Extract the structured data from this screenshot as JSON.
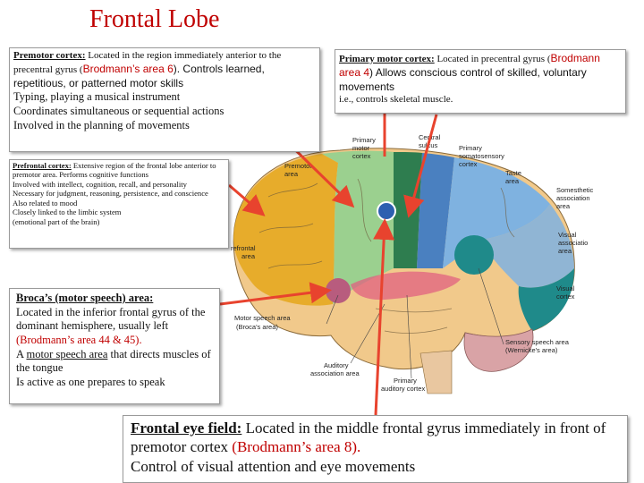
{
  "title": "Frontal Lobe",
  "premotor": {
    "heading": "Premotor cortex:",
    "text1": " Located in the region immediately anterior to the precentral gyrus (",
    "area": "Brodmann’s area 6",
    "text2": "). Controls learned, repetitious, or patterned motor skills",
    "b1": " Typing, playing a musical instrument",
    "b2": " Coordinates simultaneous or sequential actions",
    "b3": " Involved in the planning of movements"
  },
  "primary": {
    "heading": "Primary motor cortex:",
    "text1": " Located in precentral gyrus (",
    "area": "Brodmann area 4",
    "text2": ") Allows conscious control of skilled, voluntary movements",
    "b1": " i.e., controls skeletal muscle."
  },
  "prefrontal": {
    "heading": "Prefrontal cortex:",
    "text1": " Extensive region of the frontal lobe anterior to premotor area. Performs cognitive functions",
    "l2": "Involved with intellect, cognition, recall, and personality",
    "l3": " Necessary for judgment, reasoning, persistence, and conscience",
    "l4": " Also related to mood",
    "l5": " Closely linked to the limbic system",
    "l6": "(emotional part of the brain)"
  },
  "broca": {
    "heading": "Broca’s (motor speech) area:",
    "text1": "Located in the inferior frontal gyrus of the dominant hemisphere, usually left",
    "area": "(Brodmann’s area 44 & 45).",
    "l3a": "A ",
    "l3u": "motor speech area",
    "l3b": " that directs muscles of the tongue",
    "l4": "Is active as one prepares to speak"
  },
  "frontaleye": {
    "heading": "Frontal eye field:",
    "text1": " Located in the middle frontal gyrus immediately in front of premotor cortex ",
    "area": "(Brodmann’s area 8).",
    "l2": "Control of visual attention and eye movements"
  },
  "brain_labels": {
    "primary_motor_1": "Primary",
    "primary_motor_2": "motor",
    "primary_motor_3": "cortex",
    "central_1": "Central",
    "central_2": "sulcus",
    "primary_so_1": "Primary",
    "primary_so_2": "somatosensory",
    "primary_so_3": "cortex",
    "premotor_1": "Premotor",
    "premotor_2": "area",
    "taste_1": "Taste",
    "taste_2": "area",
    "somesthetic_1": "Somesthetic",
    "somesthetic_2": "association",
    "somesthetic_3": "area",
    "visual_assoc_1": "Visual",
    "visual_assoc_2": "associatio",
    "visual_assoc_3": "area",
    "prefrontal_1": "refrontal",
    "prefrontal_2": "area",
    "visual_cortex_1": "Visual",
    "visual_cortex_2": "cortex",
    "motor_speech_1": "Motor speech area",
    "motor_speech_2": "(Broca's area)",
    "sensory_speech_1": "Sensory speech area",
    "sensory_speech_2": "(Wernicke's area)",
    "auditory_assoc_1": "Auditory",
    "auditory_assoc_2": "association area",
    "primary_aud_1": "Primary",
    "primary_aud_2": "auditory cortex"
  },
  "colors": {
    "title": "#c00000",
    "arrow": "#e8432e",
    "primary_motor": "#2e7d4f",
    "premotor": "#9bd08f",
    "prefrontal": "#e6a820",
    "somatosensory": "#4a80c0",
    "somesthetic": "#7fb2e0",
    "visual_cortex": "#1f8a8a",
    "auditory": "#b8b8b8",
    "broca": "#b85c7e",
    "cerebellum": "#d9a3a6",
    "temporal": "#f1c98b"
  }
}
